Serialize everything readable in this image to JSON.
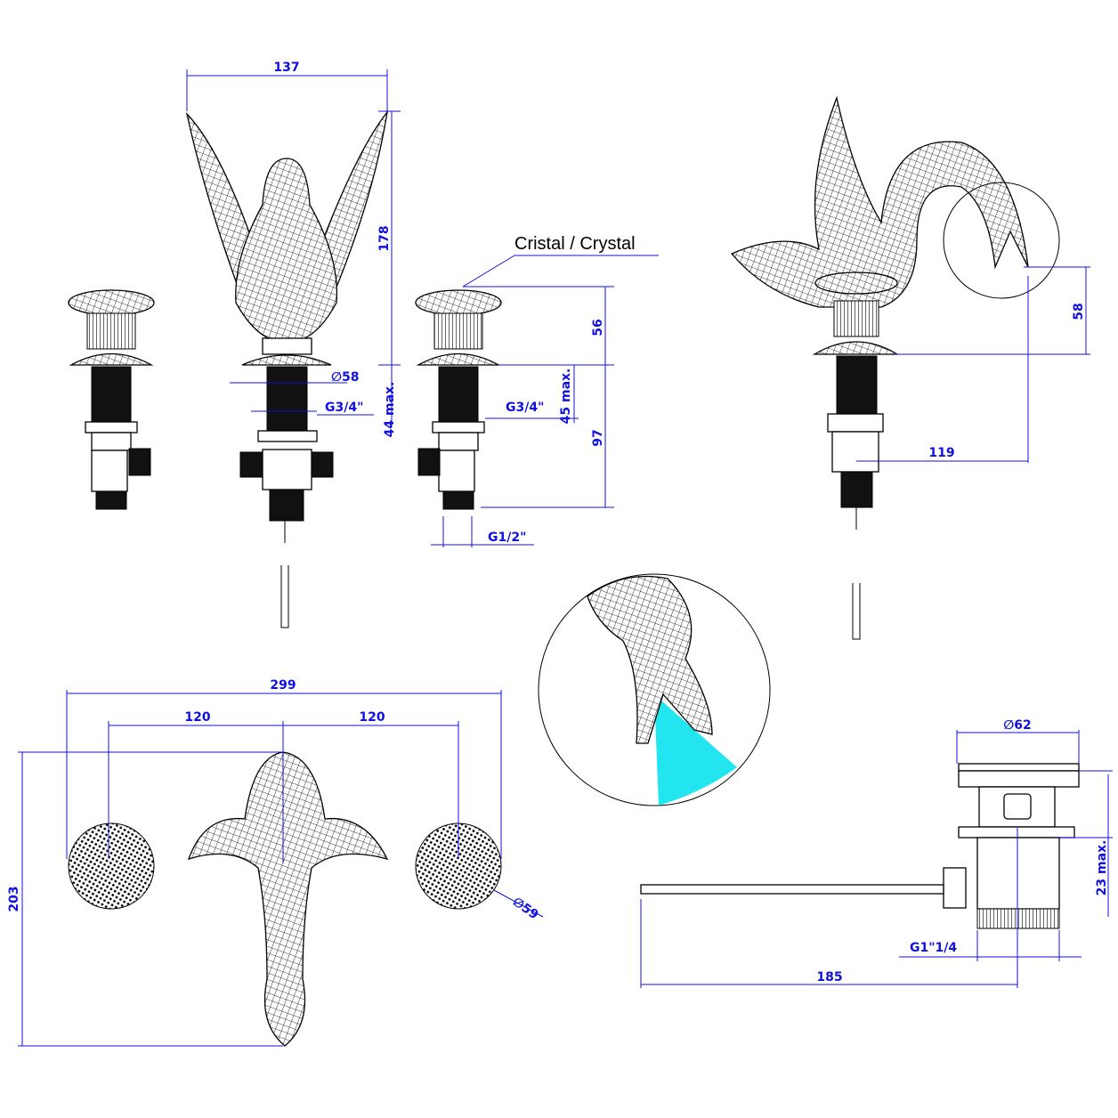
{
  "drawing": {
    "callout": "Cristal / Crystal",
    "dimensions": {
      "top_width": "137",
      "spout_height": "178",
      "handle_diameter": "∅58",
      "thread_left": "G3/4\"",
      "max_left": "44 max.",
      "thread_right": "G3/4\"",
      "max_right": "45 max.",
      "handle_height": "56",
      "body_height": "97",
      "outlet_thread": "G1/2\"",
      "side_height": "58",
      "reach": "119",
      "total_width": "299",
      "spacing_left": "120",
      "spacing_right": "120",
      "total_depth": "203",
      "plan_handle_diameter": "∅59",
      "drain_diameter": "∅62",
      "drain_max": "23 max.",
      "drain_thread": "G1\"1/4",
      "rod_length": "185"
    },
    "colors": {
      "dimension": "#1010e0",
      "water": "#22e5f0"
    }
  }
}
